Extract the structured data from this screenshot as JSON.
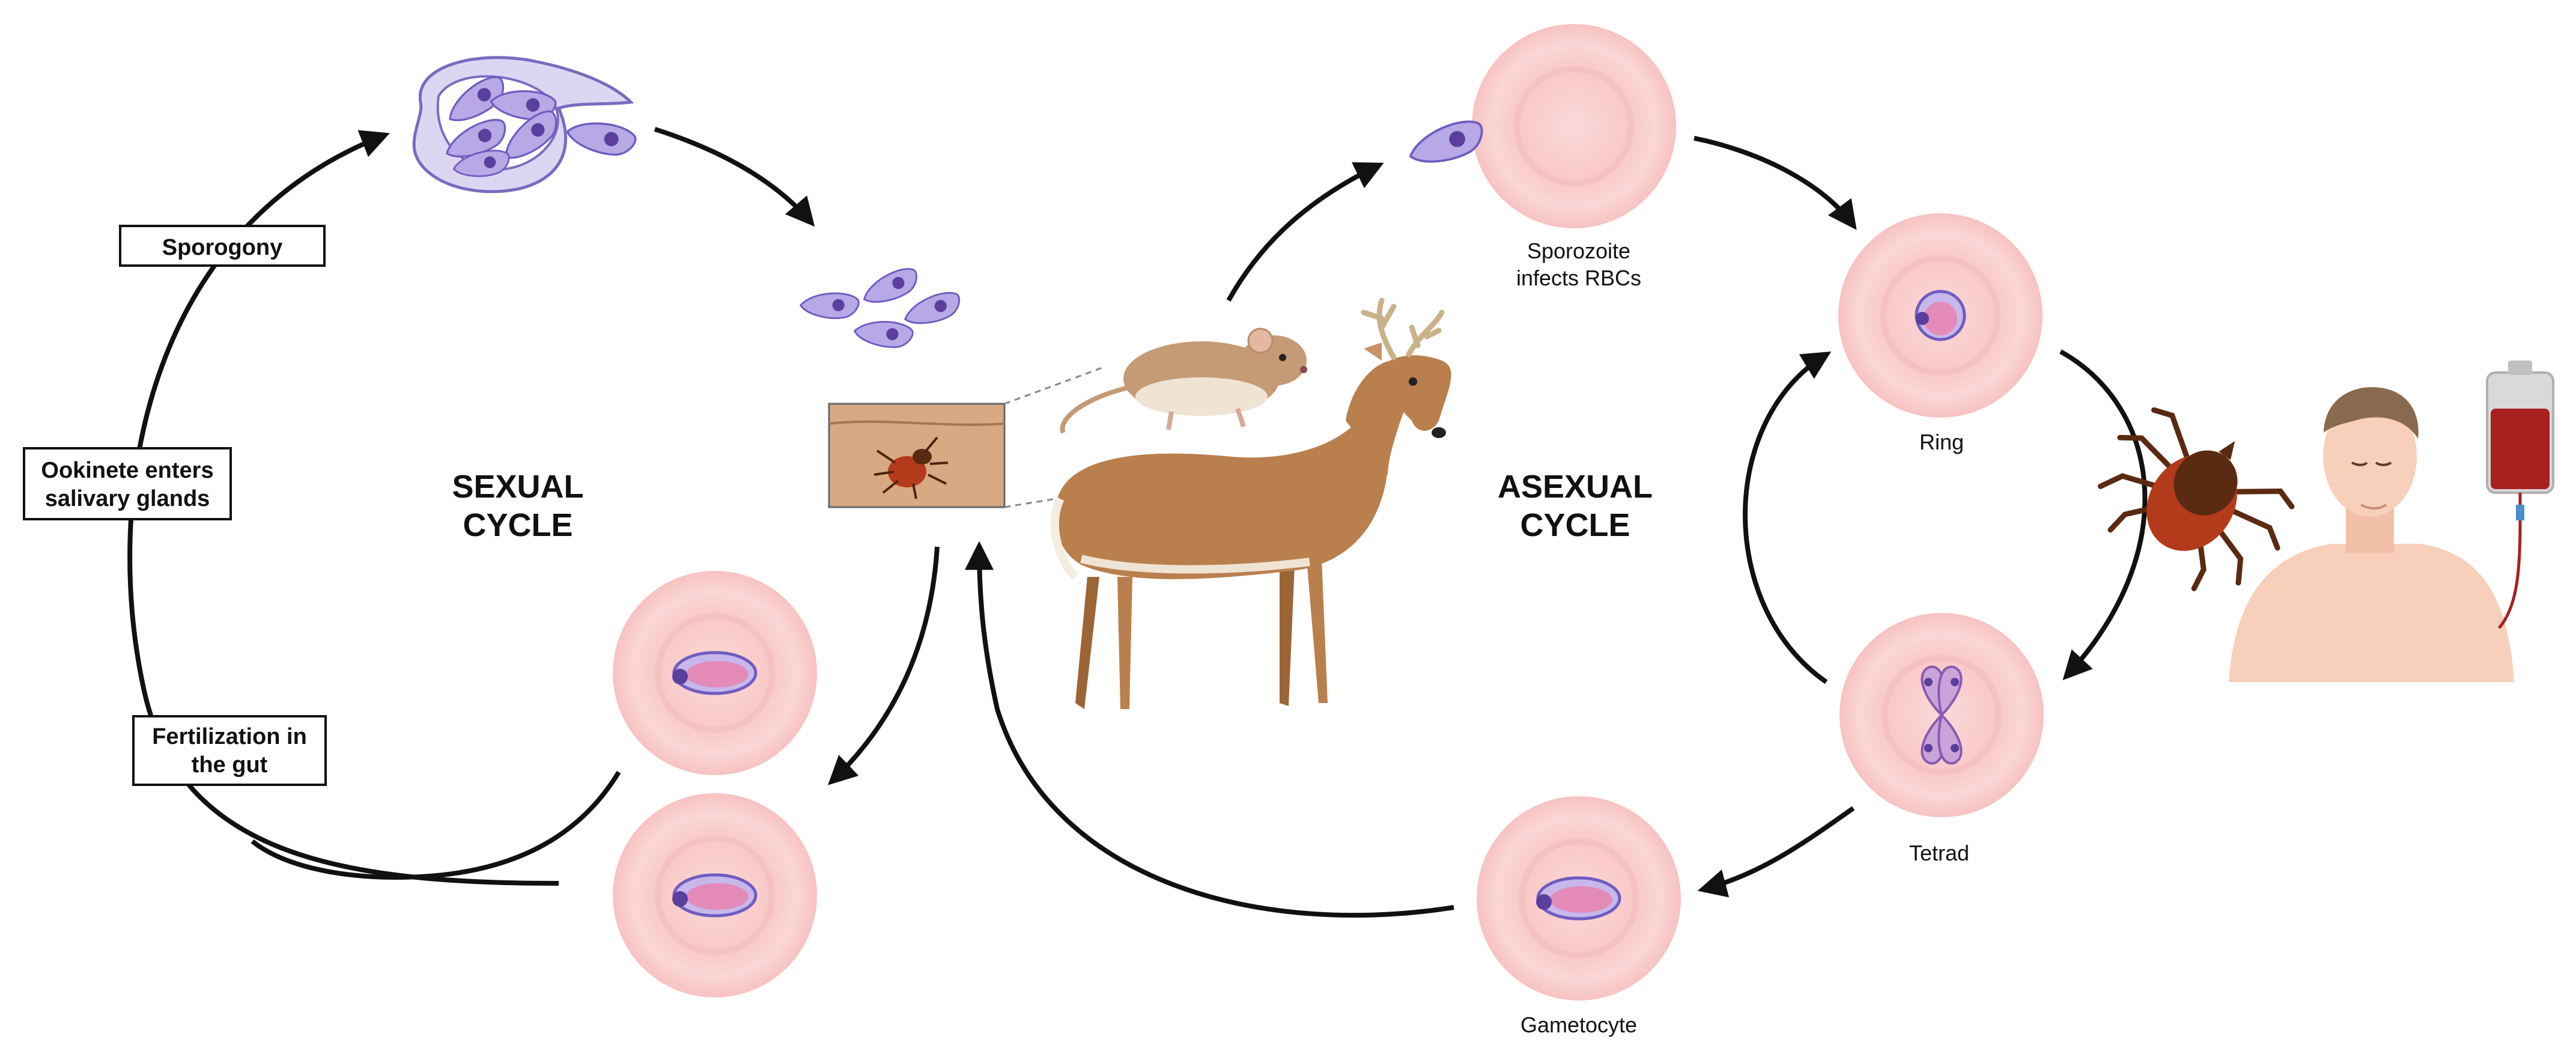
{
  "diagram": {
    "boxes": {
      "sporogony": [
        "Sporogony"
      ],
      "ookinete": [
        "Ookinete enters",
        "salivary glands"
      ],
      "fertilization": [
        "Fertilization in",
        "the gut"
      ]
    },
    "cycles": {
      "sexual": [
        "SEXUAL",
        "CYCLE"
      ],
      "asexual": [
        "ASEXUAL",
        "CYCLE"
      ]
    },
    "stages": {
      "sporozoite": [
        "Sporozoite",
        "infects RBCs"
      ],
      "ring": "Ring",
      "tetrad": "Tetrad",
      "gametocyte": "Gametocyte"
    }
  },
  "colors": {
    "arrow": "#111111",
    "rbc_fill": "#fbd3d3",
    "rbc_inner": "#f9c4c4",
    "parasite": "#b7a8e6",
    "parasite_stroke": "#6f5cbf",
    "nucleus": "#5a3f9e",
    "gametocyte_fill": "#e48ab8",
    "tick": "#b43a1c",
    "deer": "#b97f4d",
    "mouse": "#c59b76",
    "skin": "#f7cfba",
    "blood": "#a8201f"
  },
  "icons": [
    "sporozoite-cluster-icon",
    "sporozoite-icon",
    "tick-icon",
    "mouse-icon",
    "deer-icon",
    "human-icon",
    "blood-bag-icon",
    "red-blood-cell-icon"
  ]
}
